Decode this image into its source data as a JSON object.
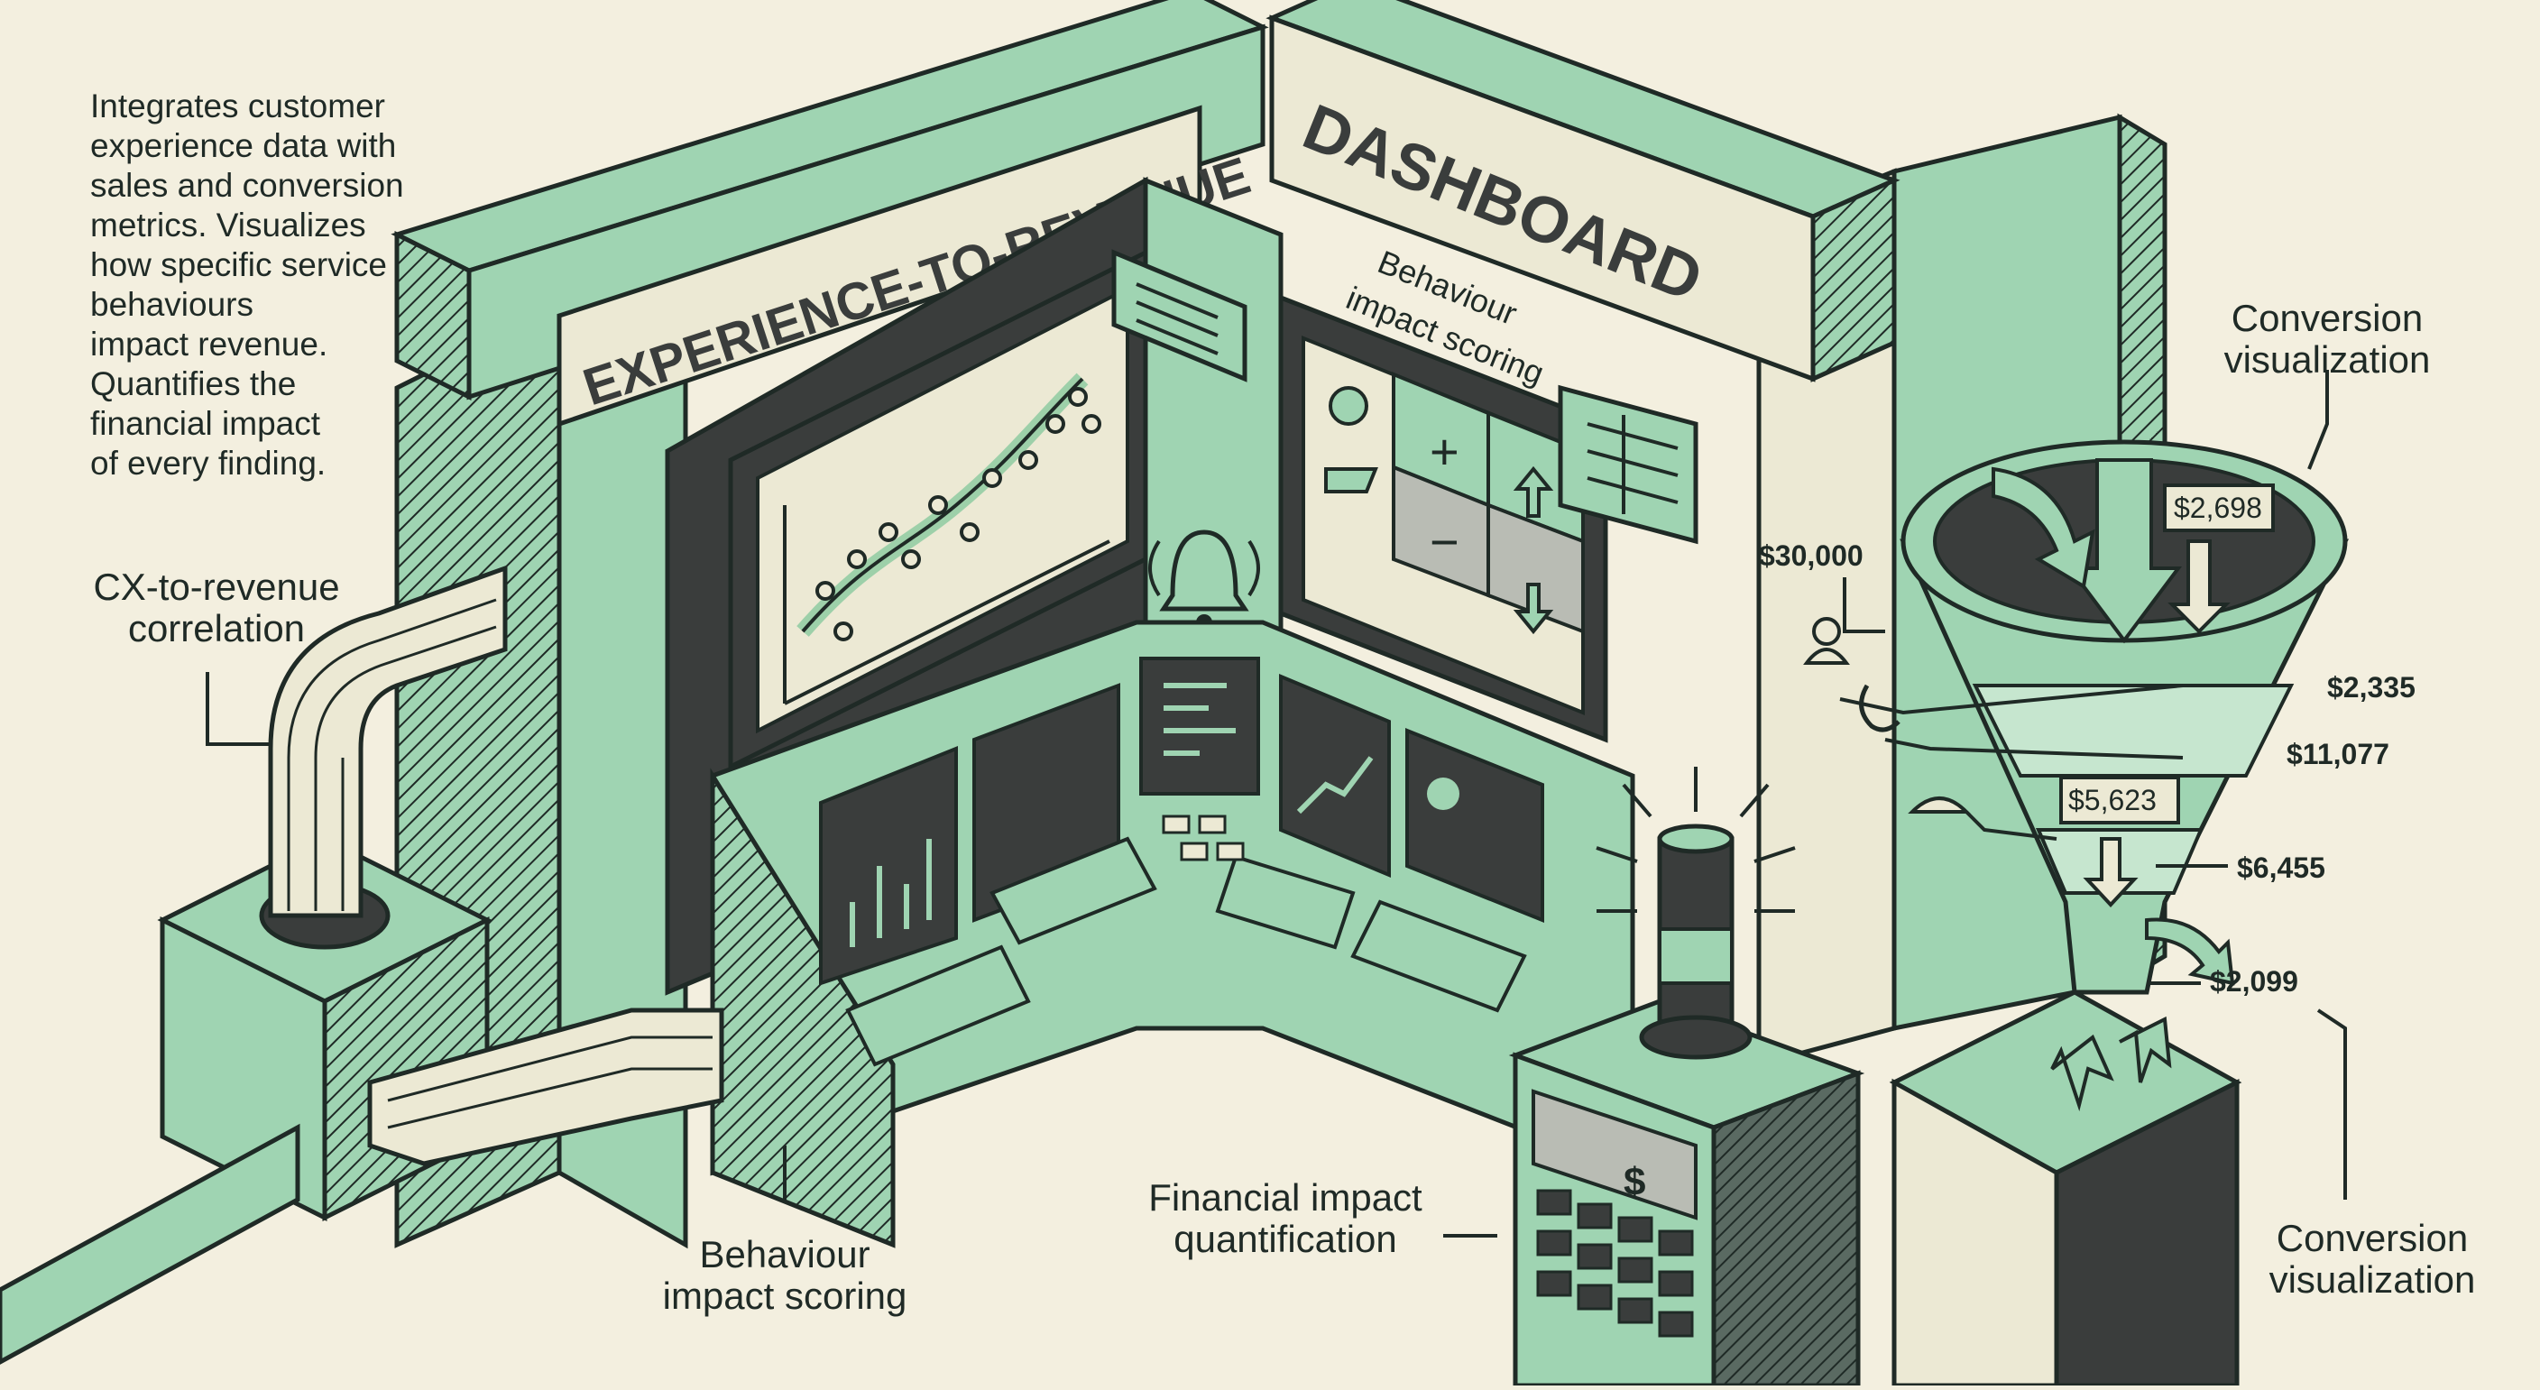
{
  "sign_left": "EXPERIENCE-TO-REVENUE",
  "sign_right": "DASHBOARD",
  "intro_lines": [
    "Integrates customer",
    "experience data with",
    "sales and conversion",
    "metrics. Visualizes",
    "how specific service",
    "behaviours",
    "impact revenue.",
    "Quantifies the",
    "financial impact",
    "of every finding."
  ],
  "callouts": {
    "cx_line1": "CX-to-revenue",
    "cx_line2": "correlation",
    "behaviour_line1": "Behaviour",
    "behaviour_line2": "impact scoring",
    "panel_line1": "Behaviour",
    "panel_line2": "impact scoring",
    "financial_line1": "Financial impact",
    "financial_line2": "quantification",
    "conv_top_line1": "Conversion",
    "conv_top_line2": "visualization",
    "conv_bottom_line1": "Conversion",
    "conv_bottom_line2": "visualization"
  },
  "funnel_values": {
    "top_box": "$2,698",
    "left_top": "$30,000",
    "mid_box": "$5,623",
    "v1": "$2,335",
    "v2": "$11,077",
    "v3": "$6,455",
    "v4": "$2,099"
  },
  "calculator_symbol": "$",
  "colors": {
    "background": "#f3efdf",
    "mint": "#9fd4b2",
    "mint_light": "#c6e6cf",
    "dark": "#3a3d3c",
    "ink": "#1f2a26",
    "cream": "#ece9d4"
  }
}
